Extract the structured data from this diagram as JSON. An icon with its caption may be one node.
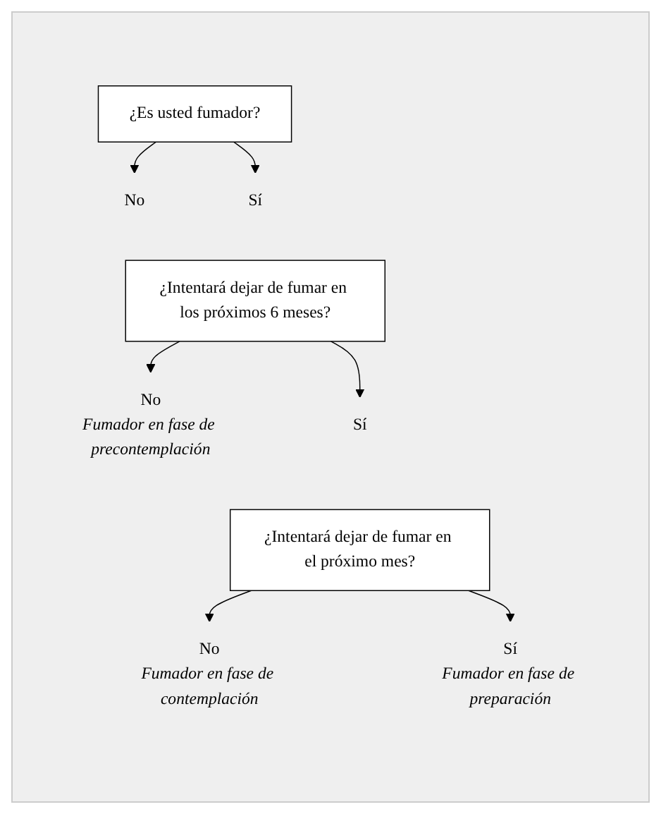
{
  "diagram": {
    "nodes": [
      {
        "text": [
          "¿Es usted fumador?"
        ]
      },
      {
        "text": [
          "No"
        ]
      },
      {
        "text": [
          "Sí"
        ]
      },
      {
        "text": [
          "¿Intentará dejar de fumar en los próximos 6 meses?"
        ]
      },
      {
        "text": [
          "No"
        ],
        "beside": [
          "Fumador en fase de precontemplación"
        ]
      },
      {
        "text": [
          "Sí"
        ]
      },
      {
        "text": [
          "¿Intentará dejar de fumar en el próximo mes?"
        ]
      },
      {
        "text": [
          "No"
        ],
        "beside": [
          "Fumador en fase de contemplación"
        ]
      },
      {
        "text": [
          "Sí"
        ],
        "beside": [
          "Fumador en fase de preparación"
        ]
      }
    ],
    "edges": [
      {
        "from": 0,
        "to": 1,
        "arrow": "to"
      },
      {
        "from": 0,
        "to": 2,
        "arrow": "to"
      },
      {
        "from": 3,
        "to": 4,
        "arrow": "to"
      },
      {
        "from": 3,
        "to": 5,
        "arrow": "to"
      },
      {
        "from": 6,
        "to": 7,
        "arrow": "to"
      },
      {
        "from": 6,
        "to": 8,
        "arrow": "to"
      }
    ]
  }
}
